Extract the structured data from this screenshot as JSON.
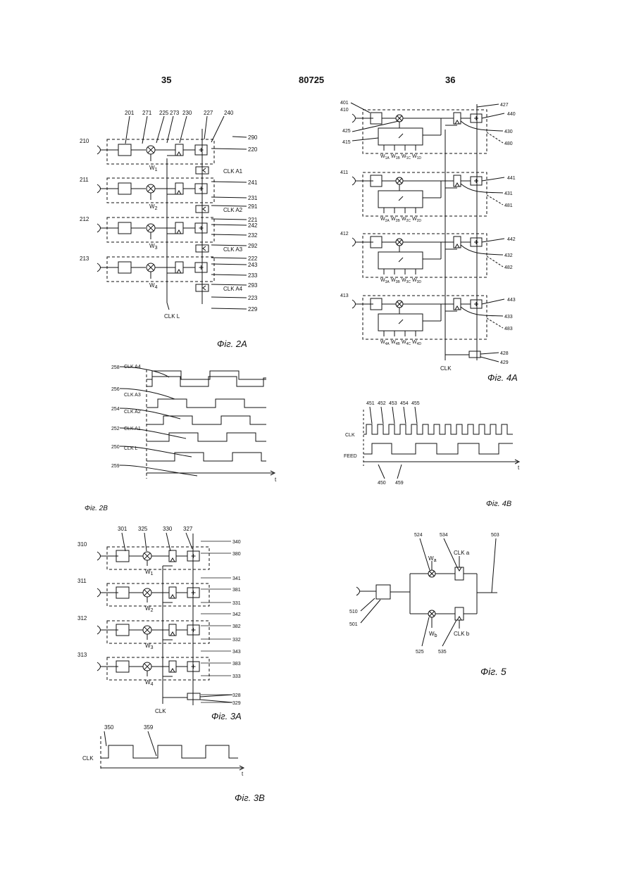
{
  "header": {
    "page_left": "35",
    "patent_no": "80725",
    "page_right": "36"
  },
  "fig2a": {
    "caption": "Фіг. 2A",
    "inputs": [
      "210",
      "211",
      "212",
      "213"
    ],
    "top_refs": [
      "201",
      "271",
      "225",
      "273",
      "230",
      "227",
      "240"
    ],
    "weights": [
      "W",
      "W",
      "W",
      "W"
    ],
    "weight_subs": [
      "1",
      "2",
      "3",
      "4"
    ],
    "right_refs": [
      "290",
      "220",
      "241",
      "231",
      "291",
      "221",
      "242",
      "232",
      "292",
      "222",
      "243",
      "233",
      "293",
      "223",
      "229"
    ],
    "clk_labels": [
      "CLK A1",
      "CLK A2",
      "CLK A3",
      "CLK A4"
    ],
    "clk_l": "CLK L"
  },
  "fig2b": {
    "caption": "Фіг. 2B",
    "refs": [
      "258",
      "256",
      "254",
      "252",
      "250",
      "259"
    ],
    "signals": [
      "CLK A4",
      "CLK A3",
      "CLK A2",
      "CLK A1",
      "CLK L"
    ],
    "t": "t"
  },
  "fig3a": {
    "caption": "Фіг. 3A",
    "inputs": [
      "310",
      "311",
      "312",
      "313"
    ],
    "top_refs": [
      "301",
      "325",
      "330",
      "327"
    ],
    "right_refs": [
      "340",
      "380",
      "341",
      "381",
      "331",
      "342",
      "382",
      "332",
      "343",
      "383",
      "333",
      "328",
      "329"
    ],
    "clk": "CLK"
  },
  "fig3b": {
    "caption": "Фіг. 3B",
    "refs": [
      "350",
      "359"
    ],
    "clk": "CLK",
    "t": "t"
  },
  "fig4a": {
    "caption": "Фіг. 4A",
    "inputs": [
      "410",
      "411",
      "412",
      "413"
    ],
    "left_refs": [
      "401",
      "425",
      "415"
    ],
    "right_refs": [
      "427",
      "440",
      "430",
      "480",
      "441",
      "431",
      "481",
      "442",
      "432",
      "482",
      "443",
      "433",
      "483",
      "428",
      "429"
    ],
    "weight_rows": [
      [
        "W1A",
        "W1B",
        "W1C",
        "W1D"
      ],
      [
        "W2A",
        "W2B",
        "W2C",
        "W2D"
      ],
      [
        "W3A",
        "W3B",
        "W3C",
        "W3D"
      ],
      [
        "W4A",
        "W4B",
        "W4C",
        "W4D"
      ]
    ],
    "clk": "CLK"
  },
  "fig4b": {
    "caption": "Фіг. 4B",
    "top_refs": [
      "451",
      "452",
      "453",
      "454",
      "455"
    ],
    "signals": [
      "CLK",
      "FEED"
    ],
    "bottom_refs": [
      "450",
      "459"
    ],
    "t": "t"
  },
  "fig5": {
    "caption": "Фіг. 5",
    "refs": [
      "524",
      "534",
      "503",
      "510",
      "501",
      "525",
      "535"
    ],
    "labels": [
      "W",
      "CLK a",
      "W",
      "CLK b"
    ],
    "weight_subs": [
      "a",
      "b"
    ]
  }
}
